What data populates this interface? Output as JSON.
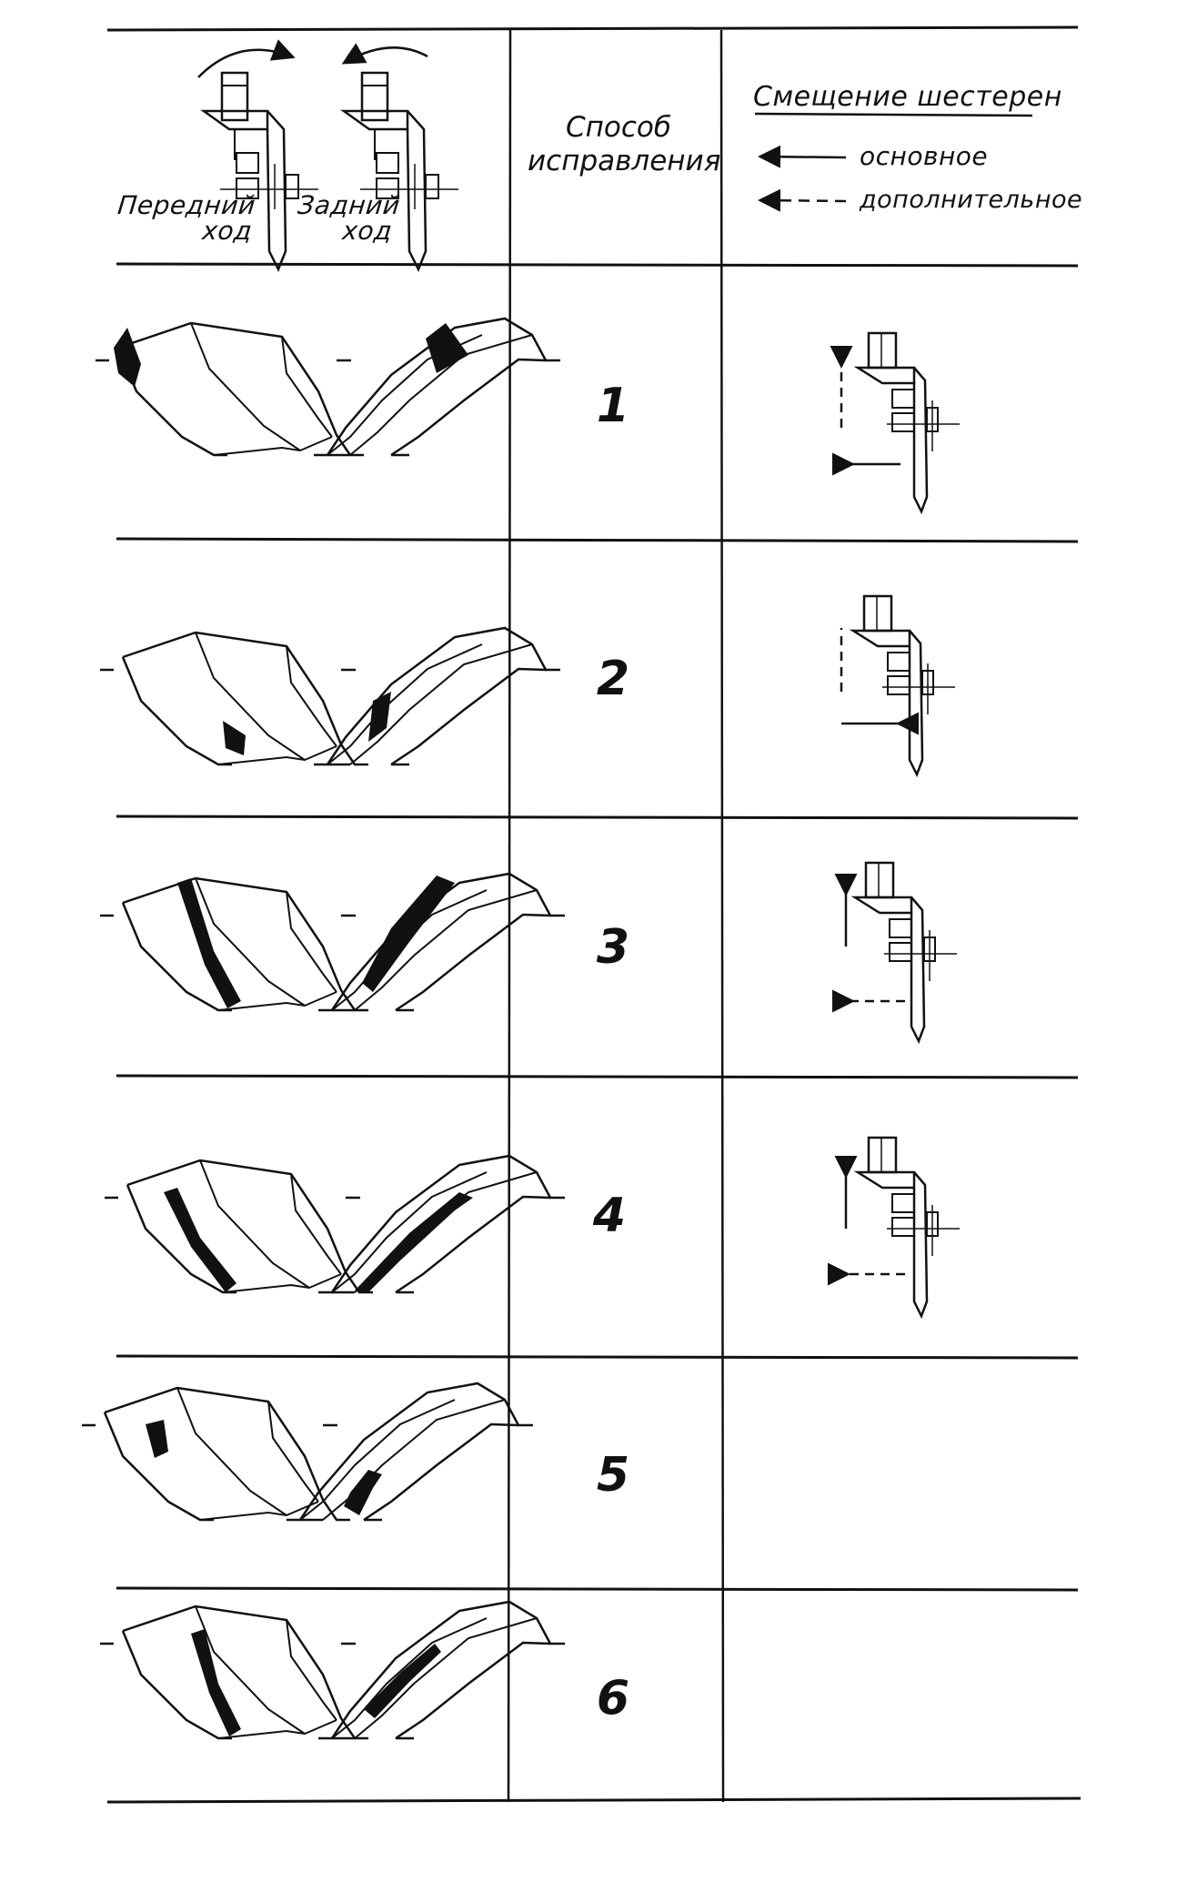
{
  "header": {
    "forward_stroke": [
      "Передний",
      "ход"
    ],
    "reverse_stroke": [
      "Задний",
      "ход"
    ],
    "method_title": [
      "Способ",
      "исправления"
    ],
    "shift_title": "Смещение шестерен",
    "legend": {
      "main": "основное",
      "additional": "дополнительное"
    }
  },
  "rows": [
    {
      "method": "1",
      "shift": {
        "vertical": "dashed",
        "horizontal": "solid"
      }
    },
    {
      "method": "2",
      "shift": {
        "vertical": "dashed",
        "horizontal": "solid"
      }
    },
    {
      "method": "3",
      "shift": {
        "vertical": "solid",
        "horizontal": "dashed"
      }
    },
    {
      "method": "4",
      "shift": {
        "vertical": "solid",
        "horizontal": "dashed"
      }
    },
    {
      "method": "5"
    },
    {
      "method": "6"
    }
  ],
  "contact_patch": [
    "heel-top",
    "toe-bottom",
    "full-length-convex",
    "full-length-edge",
    "heel-top-toe-bottom",
    "full-length-center"
  ],
  "colors": {
    "ink": "#111111",
    "background": "#ffffff"
  }
}
